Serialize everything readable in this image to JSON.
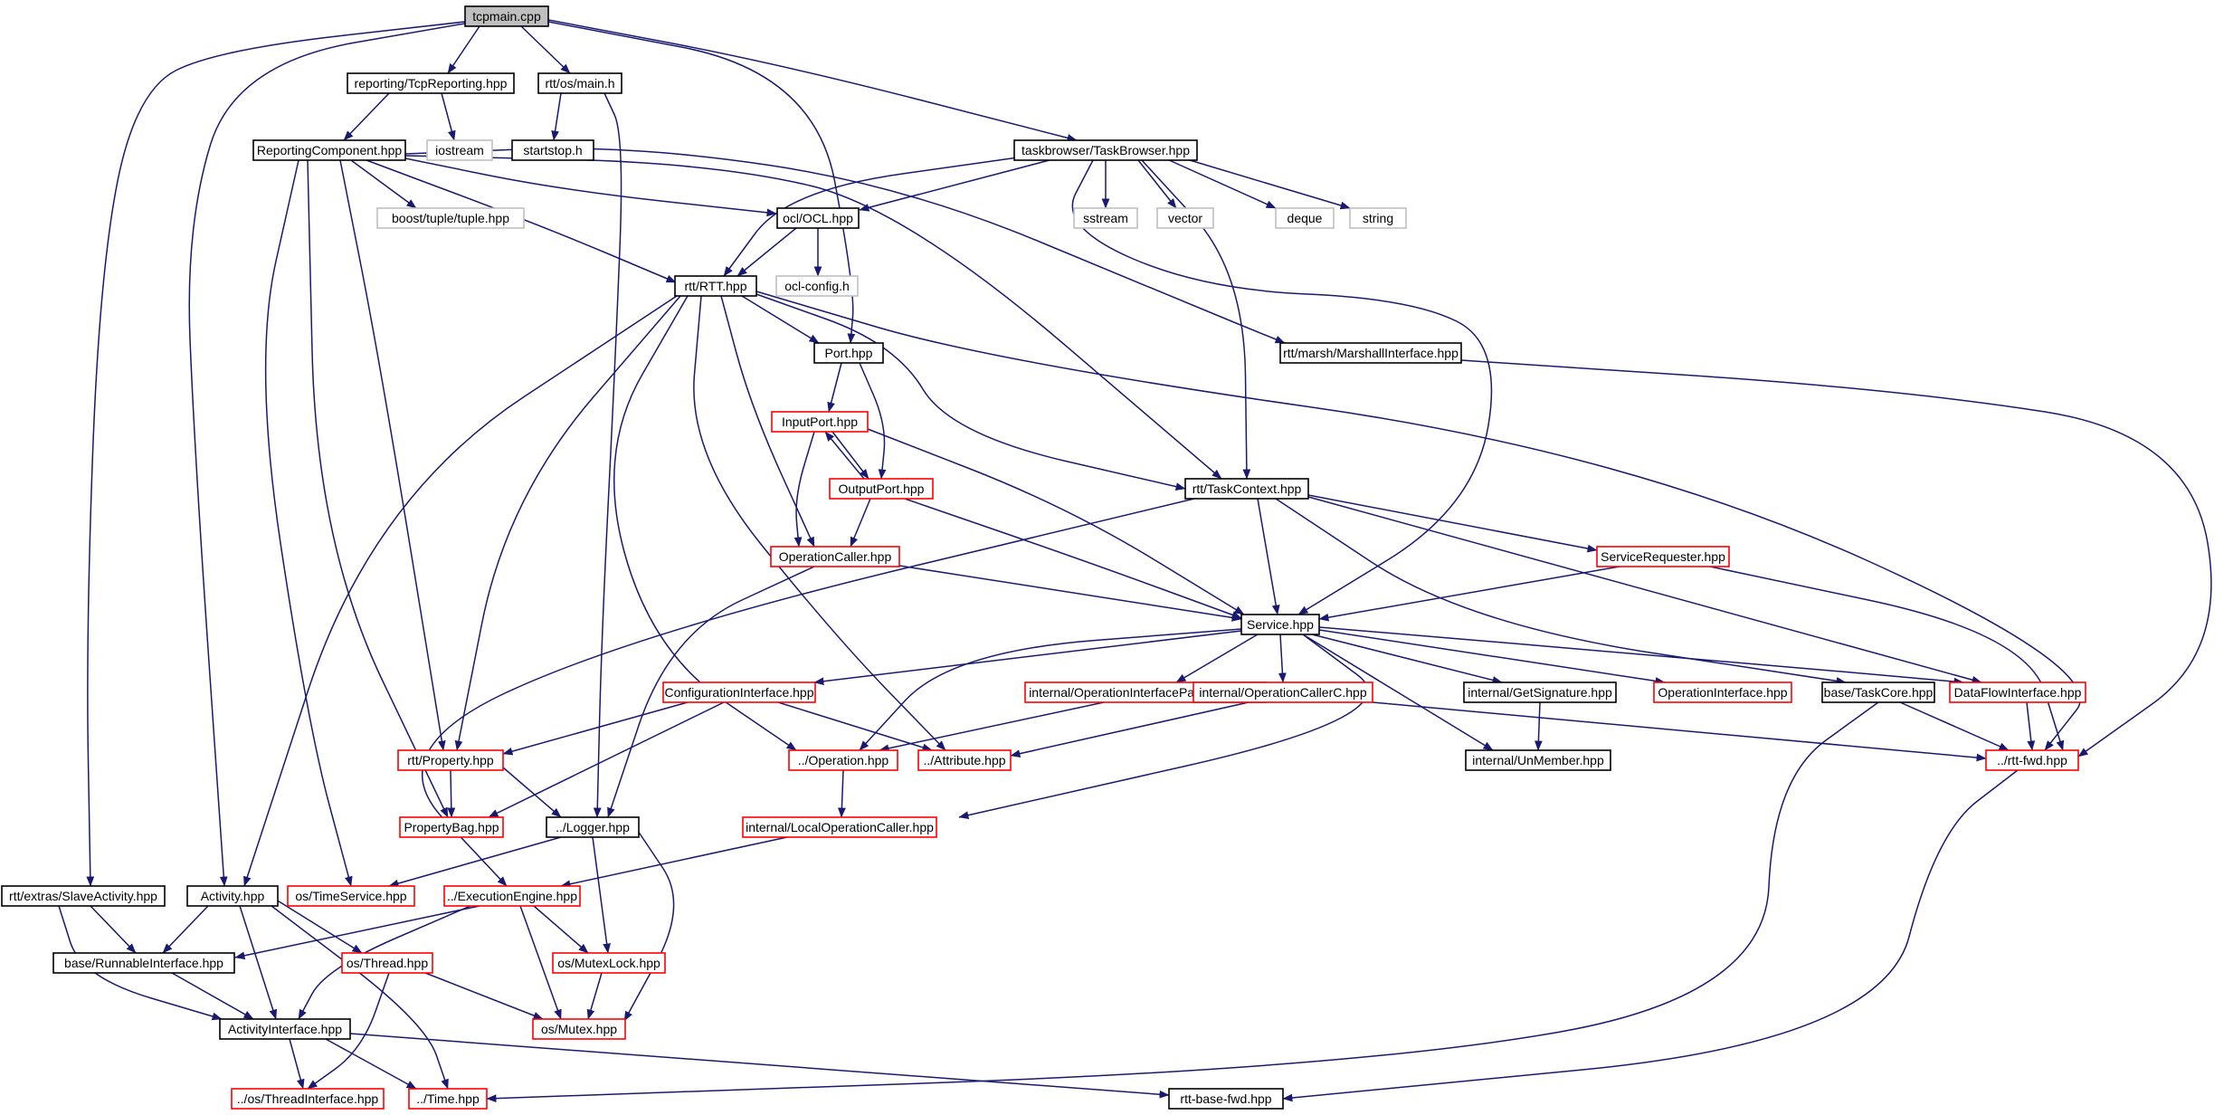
{
  "diagram": {
    "title": "",
    "colors": {
      "edge": "#191970",
      "border_documented": "#000000",
      "border_undocumented": "#ff0000",
      "border_external": "#bfbfbf",
      "root_fill": "#bfbfbf"
    },
    "nodes": [
      {
        "id": "tcpmain",
        "label": "tcpmain.cpp",
        "style": "root"
      },
      {
        "id": "tcpreporting",
        "label": "reporting/TcpReporting.hpp",
        "style": "black"
      },
      {
        "id": "osmain",
        "label": "rtt/os/main.h",
        "style": "black"
      },
      {
        "id": "iostream",
        "label": "iostream",
        "style": "gray"
      },
      {
        "id": "startstop",
        "label": "startstop.h",
        "style": "black"
      },
      {
        "id": "reportingcomponent",
        "label": "ReportingComponent.hpp",
        "style": "black"
      },
      {
        "id": "taskbrowser",
        "label": "taskbrowser/TaskBrowser.hpp",
        "style": "black"
      },
      {
        "id": "boosttuple",
        "label": "boost/tuple/tuple.hpp",
        "style": "gray"
      },
      {
        "id": "ocl",
        "label": "ocl/OCL.hpp",
        "style": "black"
      },
      {
        "id": "sstream",
        "label": "sstream",
        "style": "gray"
      },
      {
        "id": "vector",
        "label": "vector",
        "style": "gray"
      },
      {
        "id": "deque",
        "label": "deque",
        "style": "gray"
      },
      {
        "id": "string",
        "label": "string",
        "style": "gray"
      },
      {
        "id": "rtt",
        "label": "rtt/RTT.hpp",
        "style": "black"
      },
      {
        "id": "oclconfig",
        "label": "ocl-config.h",
        "style": "gray"
      },
      {
        "id": "port",
        "label": "Port.hpp",
        "style": "black"
      },
      {
        "id": "marshall",
        "label": "rtt/marsh/MarshallInterface.hpp",
        "style": "black"
      },
      {
        "id": "inputport",
        "label": "InputPort.hpp",
        "style": "red"
      },
      {
        "id": "outputport",
        "label": "OutputPort.hpp",
        "style": "red"
      },
      {
        "id": "taskcontext",
        "label": "rtt/TaskContext.hpp",
        "style": "black"
      },
      {
        "id": "operationcaller",
        "label": "OperationCaller.hpp",
        "style": "red"
      },
      {
        "id": "servicerequester",
        "label": "ServiceRequester.hpp",
        "style": "red"
      },
      {
        "id": "service",
        "label": "Service.hpp",
        "style": "black"
      },
      {
        "id": "configinterface",
        "label": "ConfigurationInterface.hpp",
        "style": "red"
      },
      {
        "id": "opifacefused",
        "label": "internal/OperationInterfacePartFused.hpp",
        "style": "red"
      },
      {
        "id": "opcallerc",
        "label": "internal/OperationCallerC.hpp",
        "style": "red"
      },
      {
        "id": "getsignature",
        "label": "internal/GetSignature.hpp",
        "style": "black"
      },
      {
        "id": "opinterface",
        "label": "OperationInterface.hpp",
        "style": "red"
      },
      {
        "id": "taskcore",
        "label": "base/TaskCore.hpp",
        "style": "black"
      },
      {
        "id": "dataflow",
        "label": "DataFlowInterface.hpp",
        "style": "red"
      },
      {
        "id": "property",
        "label": "rtt/Property.hpp",
        "style": "red"
      },
      {
        "id": "operation",
        "label": "../Operation.hpp",
        "style": "red"
      },
      {
        "id": "attribute",
        "label": "../Attribute.hpp",
        "style": "red"
      },
      {
        "id": "unmember",
        "label": "internal/UnMember.hpp",
        "style": "black"
      },
      {
        "id": "rttfwd",
        "label": "../rtt-fwd.hpp",
        "style": "red"
      },
      {
        "id": "propertybag",
        "label": "PropertyBag.hpp",
        "style": "red"
      },
      {
        "id": "logger",
        "label": "../Logger.hpp",
        "style": "black"
      },
      {
        "id": "localopcaller",
        "label": "internal/LocalOperationCaller.hpp",
        "style": "red"
      },
      {
        "id": "slaveactivity",
        "label": "rtt/extras/SlaveActivity.hpp",
        "style": "black"
      },
      {
        "id": "activity",
        "label": "Activity.hpp",
        "style": "black"
      },
      {
        "id": "timeservice",
        "label": "os/TimeService.hpp",
        "style": "red"
      },
      {
        "id": "execengine",
        "label": "../ExecutionEngine.hpp",
        "style": "red"
      },
      {
        "id": "runnable",
        "label": "base/RunnableInterface.hpp",
        "style": "black"
      },
      {
        "id": "thread",
        "label": "os/Thread.hpp",
        "style": "red"
      },
      {
        "id": "mutexlock",
        "label": "os/MutexLock.hpp",
        "style": "red"
      },
      {
        "id": "activityinterface",
        "label": "ActivityInterface.hpp",
        "style": "black"
      },
      {
        "id": "mutex",
        "label": "os/Mutex.hpp",
        "style": "red"
      },
      {
        "id": "threadinterface",
        "label": "../os/ThreadInterface.hpp",
        "style": "red"
      },
      {
        "id": "time",
        "label": "../Time.hpp",
        "style": "red"
      },
      {
        "id": "rttbasefwd",
        "label": "rtt-base-fwd.hpp",
        "style": "black"
      }
    ],
    "edges": [
      {
        "from": "tcpmain",
        "to": "tcpreporting"
      },
      {
        "from": "tcpmain",
        "to": "osmain"
      },
      {
        "from": "tcpmain",
        "to": "taskbrowser"
      },
      {
        "from": "tcpmain",
        "to": "port"
      },
      {
        "from": "tcpmain",
        "to": "activity"
      },
      {
        "from": "tcpmain",
        "to": "slaveactivity"
      },
      {
        "from": "tcpreporting",
        "to": "reportingcomponent"
      },
      {
        "from": "tcpreporting",
        "to": "iostream"
      },
      {
        "from": "osmain",
        "to": "startstop"
      },
      {
        "from": "osmain",
        "to": "logger"
      },
      {
        "from": "reportingcomponent",
        "to": "boosttuple"
      },
      {
        "from": "reportingcomponent",
        "to": "ocl"
      },
      {
        "from": "reportingcomponent",
        "to": "rtt"
      },
      {
        "from": "reportingcomponent",
        "to": "taskcontext"
      },
      {
        "from": "reportingcomponent",
        "to": "marshall"
      },
      {
        "from": "reportingcomponent",
        "to": "property"
      },
      {
        "from": "reportingcomponent",
        "to": "propertybag"
      },
      {
        "from": "reportingcomponent",
        "to": "timeservice"
      },
      {
        "from": "taskbrowser",
        "to": "ocl"
      },
      {
        "from": "taskbrowser",
        "to": "rtt"
      },
      {
        "from": "taskbrowser",
        "to": "sstream"
      },
      {
        "from": "taskbrowser",
        "to": "vector"
      },
      {
        "from": "taskbrowser",
        "to": "deque"
      },
      {
        "from": "taskbrowser",
        "to": "string"
      },
      {
        "from": "taskbrowser",
        "to": "taskcontext"
      },
      {
        "from": "taskbrowser",
        "to": "service"
      },
      {
        "from": "ocl",
        "to": "rtt"
      },
      {
        "from": "ocl",
        "to": "oclconfig"
      },
      {
        "from": "rtt",
        "to": "port"
      },
      {
        "from": "rtt",
        "to": "taskcontext"
      },
      {
        "from": "rtt",
        "to": "operationcaller"
      },
      {
        "from": "rtt",
        "to": "attribute"
      },
      {
        "from": "rtt",
        "to": "operation"
      },
      {
        "from": "rtt",
        "to": "property"
      },
      {
        "from": "rtt",
        "to": "activity"
      },
      {
        "from": "rtt",
        "to": "rttfwd"
      },
      {
        "from": "port",
        "to": "inputport"
      },
      {
        "from": "port",
        "to": "outputport"
      },
      {
        "from": "marshall",
        "to": "rttfwd"
      },
      {
        "from": "inputport",
        "to": "outputport"
      },
      {
        "from": "outputport",
        "to": "inputport"
      },
      {
        "from": "inputport",
        "to": "operationcaller"
      },
      {
        "from": "inputport",
        "to": "service"
      },
      {
        "from": "outputport",
        "to": "operationcaller"
      },
      {
        "from": "outputport",
        "to": "service"
      },
      {
        "from": "operationcaller",
        "to": "service"
      },
      {
        "from": "operationcaller",
        "to": "logger"
      },
      {
        "from": "taskcontext",
        "to": "service"
      },
      {
        "from": "taskcontext",
        "to": "servicerequester"
      },
      {
        "from": "taskcontext",
        "to": "dataflow"
      },
      {
        "from": "taskcontext",
        "to": "taskcore"
      },
      {
        "from": "taskcontext",
        "to": "execengine"
      },
      {
        "from": "servicerequester",
        "to": "service"
      },
      {
        "from": "servicerequester",
        "to": "rttfwd"
      },
      {
        "from": "service",
        "to": "configinterface"
      },
      {
        "from": "service",
        "to": "opifacefused"
      },
      {
        "from": "service",
        "to": "opcallerc"
      },
      {
        "from": "service",
        "to": "getsignature"
      },
      {
        "from": "service",
        "to": "opinterface"
      },
      {
        "from": "service",
        "to": "dataflow"
      },
      {
        "from": "service",
        "to": "unmember"
      },
      {
        "from": "service",
        "to": "operation"
      },
      {
        "from": "service",
        "to": "localopcaller"
      },
      {
        "from": "configinterface",
        "to": "property"
      },
      {
        "from": "configinterface",
        "to": "propertybag"
      },
      {
        "from": "configinterface",
        "to": "attribute"
      },
      {
        "from": "opifacefused",
        "to": "operation"
      },
      {
        "from": "opcallerc",
        "to": "attribute"
      },
      {
        "from": "opcallerc",
        "to": "rttfwd"
      },
      {
        "from": "getsignature",
        "to": "unmember"
      },
      {
        "from": "taskcore",
        "to": "rttfwd"
      },
      {
        "from": "taskcore",
        "to": "time"
      },
      {
        "from": "dataflow",
        "to": "rttfwd"
      },
      {
        "from": "rttfwd",
        "to": "rttbasefwd"
      },
      {
        "from": "property",
        "to": "propertybag"
      },
      {
        "from": "property",
        "to": "logger"
      },
      {
        "from": "operation",
        "to": "localopcaller"
      },
      {
        "from": "localopcaller",
        "to": "execengine"
      },
      {
        "from": "logger",
        "to": "timeservice"
      },
      {
        "from": "logger",
        "to": "mutexlock"
      },
      {
        "from": "logger",
        "to": "mutex"
      },
      {
        "from": "slaveactivity",
        "to": "runnable"
      },
      {
        "from": "slaveactivity",
        "to": "activityinterface"
      },
      {
        "from": "activity",
        "to": "runnable"
      },
      {
        "from": "activity",
        "to": "activityinterface"
      },
      {
        "from": "activity",
        "to": "thread"
      },
      {
        "from": "activity",
        "to": "time"
      },
      {
        "from": "execengine",
        "to": "runnable"
      },
      {
        "from": "execengine",
        "to": "activityinterface"
      },
      {
        "from": "execengine",
        "to": "mutexlock"
      },
      {
        "from": "execengine",
        "to": "mutex"
      },
      {
        "from": "runnable",
        "to": "activityinterface"
      },
      {
        "from": "thread",
        "to": "mutex"
      },
      {
        "from": "thread",
        "to": "threadinterface"
      },
      {
        "from": "mutexlock",
        "to": "mutex"
      },
      {
        "from": "activityinterface",
        "to": "threadinterface"
      },
      {
        "from": "activityinterface",
        "to": "time"
      },
      {
        "from": "activityinterface",
        "to": "rttbasefwd"
      }
    ]
  }
}
